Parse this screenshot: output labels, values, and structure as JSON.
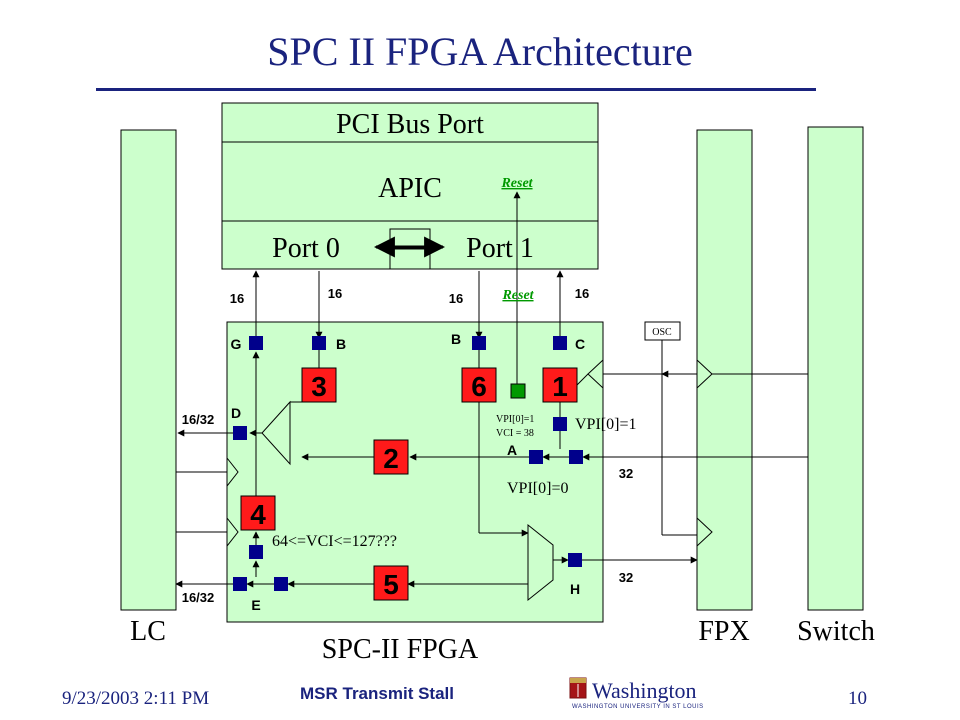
{
  "title": "SPC II FPGA Architecture",
  "apic": {
    "pci_bus_port": "PCI Bus Port",
    "apic_label": "APIC",
    "reset_top": "Reset",
    "port0": "Port 0",
    "port1": "Port 1"
  },
  "bus_widths": {
    "w1": "16",
    "w2": "16",
    "w3": "16",
    "reset_mid": "Reset",
    "w4": "16"
  },
  "side_labels": {
    "lc": "LC",
    "fpx": "FPX",
    "switch": "Switch",
    "fpga": "SPC-II FPGA",
    "osc": "OSC"
  },
  "node_letters": {
    "g": "G",
    "b1": "B",
    "b2": "B",
    "c": "C",
    "d": "D",
    "a": "A",
    "e": "E",
    "h": "H"
  },
  "blocks": {
    "b1": "1",
    "b2": "2",
    "b3": "3",
    "b4": "4",
    "b5": "5",
    "b6": "6"
  },
  "annotations": {
    "w16_32_top": "16/32",
    "w16_32_bot": "16/32",
    "w32_top": "32",
    "w32_bot": "32",
    "vpi1_small": "VPI[0]=1",
    "vci38": "VCI = 38",
    "vpi1": "VPI[0]=1",
    "vpi0": "VPI[0]=0",
    "vci_range": "64<=VCI<=127???"
  },
  "footer": {
    "date": "9/23/2003 2:11 PM",
    "center": "MSR Transmit Stall",
    "wu_name": "Washington",
    "wu_sub": "WASHINGTON UNIVERSITY IN ST LOUIS",
    "page": "10"
  },
  "colors": {
    "panel_green": "#ccffcc",
    "block_red": "#ff1a1a",
    "node_blue": "#00008b",
    "reset_green": "#009900",
    "title_blue": "#1a237e"
  }
}
